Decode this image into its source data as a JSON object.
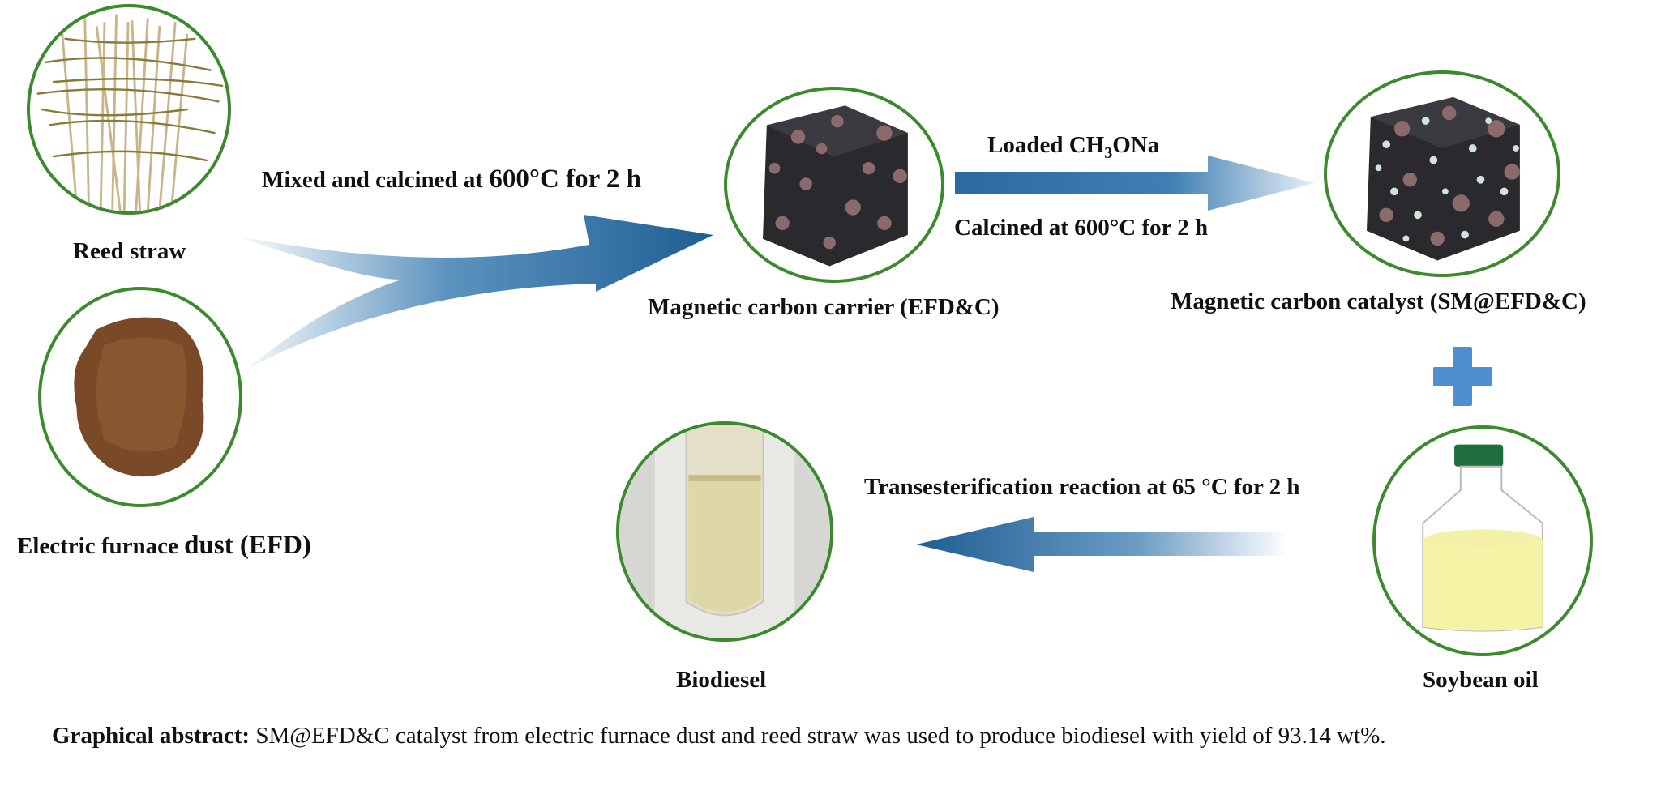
{
  "nodes": {
    "reed_straw": "Reed straw",
    "efd_prefix": "Electric furnace ",
    "efd_suffix": "dust (EFD)",
    "carrier": "Magnetic carbon carrier (EFD&C)",
    "catalyst": "Magnetic carbon catalyst (SM@EFD&C)",
    "soybean_oil": "Soybean oil",
    "biodiesel": "Biodiesel"
  },
  "steps": {
    "mix_prefix": "Mixed and calcined at ",
    "mix_suffix": "600°C for 2 h",
    "load_prefix": "Loaded CH",
    "load_sub": "3",
    "load_suffix": "ONa",
    "calcine": "Calcined at 600°C for 2 h",
    "transesterification": "Transesterification reaction at 65 °C for 2 h"
  },
  "caption": {
    "label": "Graphical abstract:",
    "text": " SM@EFD&C catalyst from electric furnace dust and reed straw was used to produce biodiesel with yield of 93.14 wt%."
  },
  "colors": {
    "arrow_blue": "#2f6fa3",
    "circle_green": "#3b8a2e",
    "plus_blue": "#4f8fcf"
  }
}
